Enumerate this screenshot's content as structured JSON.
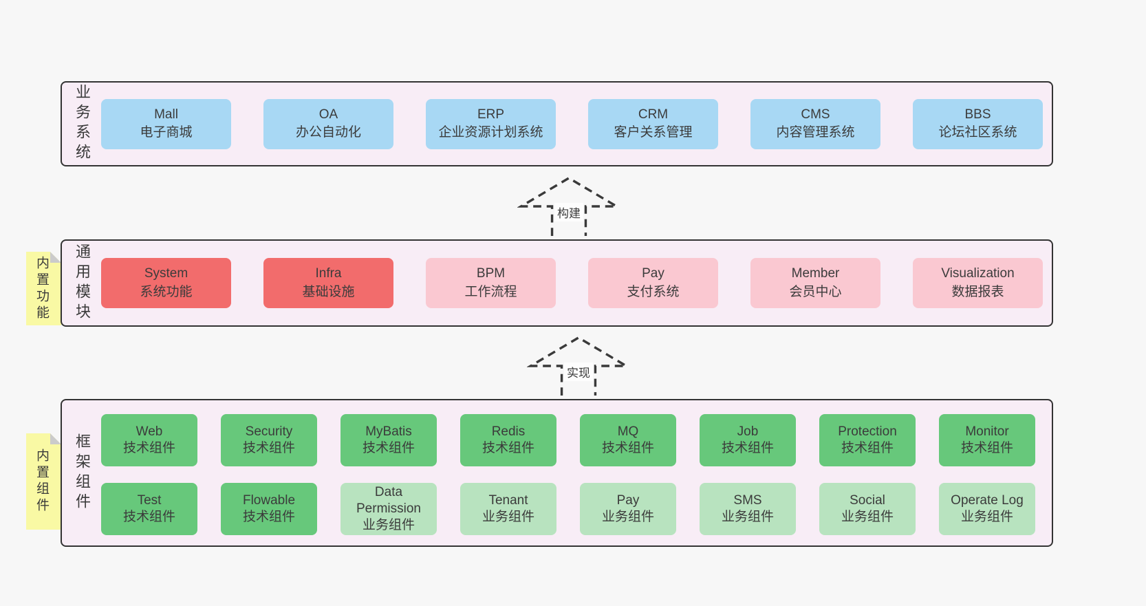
{
  "page_bg": "#f7f7f7",
  "colors": {
    "container_bg": "#f8edf6",
    "container_border": "#333333",
    "blue_box": "#a8d8f4",
    "red_box": "#f26c6c",
    "pink_box": "#fac8d1",
    "green_box": "#67c87b",
    "green_light_box": "#b8e3bf",
    "tab_yellow": "#f9f9a4",
    "text": "#3b3b3b"
  },
  "arrows": {
    "build": {
      "label": "构建"
    },
    "implement": {
      "label": "实现"
    }
  },
  "layers": {
    "business": {
      "label": "业务系统",
      "boxes": [
        {
          "name": "Mall",
          "subtitle": "电子商城"
        },
        {
          "name": "OA",
          "subtitle": "办公自动化"
        },
        {
          "name": "ERP",
          "subtitle": "企业资源计划系统"
        },
        {
          "name": "CRM",
          "subtitle": "客户关系管理"
        },
        {
          "name": "CMS",
          "subtitle": "内容管理系统"
        },
        {
          "name": "BBS",
          "subtitle": "论坛社区系统"
        }
      ]
    },
    "modules": {
      "label": "通用模块",
      "tab": "内置功能",
      "boxes": [
        {
          "name": "System",
          "subtitle": "系统功能",
          "color": "red"
        },
        {
          "name": "Infra",
          "subtitle": "基础设施",
          "color": "red"
        },
        {
          "name": "BPM",
          "subtitle": "工作流程",
          "color": "pink"
        },
        {
          "name": "Pay",
          "subtitle": "支付系统",
          "color": "pink"
        },
        {
          "name": "Member",
          "subtitle": "会员中心",
          "color": "pink"
        },
        {
          "name": "Visualization",
          "subtitle": "数据报表",
          "color": "pink"
        }
      ]
    },
    "components": {
      "label": "框架组件",
      "tab": "内置组件",
      "row1": [
        {
          "name": "Web",
          "subtitle": "技术组件"
        },
        {
          "name": "Security",
          "subtitle": "技术组件"
        },
        {
          "name": "MyBatis",
          "subtitle": "技术组件"
        },
        {
          "name": "Redis",
          "subtitle": "技术组件"
        },
        {
          "name": "MQ",
          "subtitle": "技术组件"
        },
        {
          "name": "Job",
          "subtitle": "技术组件"
        },
        {
          "name": "Protection",
          "subtitle": "技术组件"
        },
        {
          "name": "Monitor",
          "subtitle": "技术组件"
        }
      ],
      "row2": [
        {
          "name": "Test",
          "subtitle": "技术组件",
          "color": "green"
        },
        {
          "name": "Flowable",
          "subtitle": "技术组件",
          "color": "green"
        },
        {
          "name": "Data Permission",
          "subtitle": "业务组件",
          "color": "green-light"
        },
        {
          "name": "Tenant",
          "subtitle": "业务组件",
          "color": "green-light"
        },
        {
          "name": "Pay",
          "subtitle": "业务组件",
          "color": "green-light"
        },
        {
          "name": "SMS",
          "subtitle": "业务组件",
          "color": "green-light"
        },
        {
          "name": "Social",
          "subtitle": "业务组件",
          "color": "green-light"
        },
        {
          "name": "Operate Log",
          "subtitle": "业务组件",
          "color": "green-light"
        }
      ]
    }
  }
}
